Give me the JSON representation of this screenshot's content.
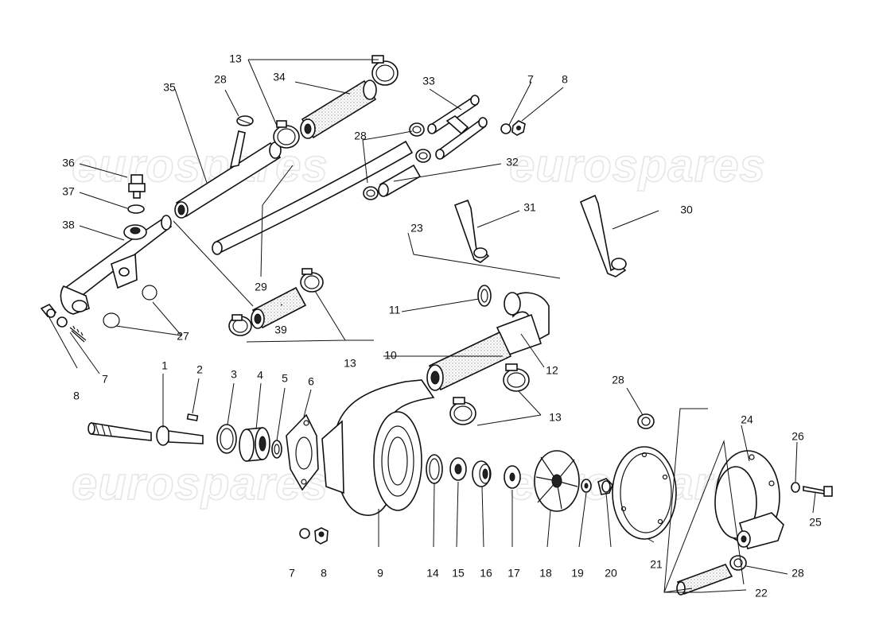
{
  "watermarks": [
    "eurospares",
    "eurospares",
    "eurospares",
    "eurospares"
  ],
  "parts": [
    {
      "label": "1"
    },
    {
      "label": "2"
    },
    {
      "label": "3"
    },
    {
      "label": "4"
    },
    {
      "label": "5"
    },
    {
      "label": "6"
    },
    {
      "label": "7"
    },
    {
      "label": "8"
    },
    {
      "label": "7"
    },
    {
      "label": "8"
    },
    {
      "label": "7"
    },
    {
      "label": "8"
    },
    {
      "label": "9"
    },
    {
      "label": "10"
    },
    {
      "label": "11"
    },
    {
      "label": "12"
    },
    {
      "label": "13"
    },
    {
      "label": "13"
    },
    {
      "label": "13"
    },
    {
      "label": "14"
    },
    {
      "label": "15"
    },
    {
      "label": "16"
    },
    {
      "label": "17"
    },
    {
      "label": "18"
    },
    {
      "label": "19"
    },
    {
      "label": "20"
    },
    {
      "label": "21"
    },
    {
      "label": "22"
    },
    {
      "label": "23"
    },
    {
      "label": "24"
    },
    {
      "label": "25"
    },
    {
      "label": "26"
    },
    {
      "label": "27"
    },
    {
      "label": "28"
    },
    {
      "label": "28"
    },
    {
      "label": "28"
    },
    {
      "label": "28"
    },
    {
      "label": "29"
    },
    {
      "label": "30"
    },
    {
      "label": "31"
    },
    {
      "label": "32"
    },
    {
      "label": "33"
    },
    {
      "label": "34"
    },
    {
      "label": "35"
    },
    {
      "label": "36"
    },
    {
      "label": "37"
    },
    {
      "label": "38"
    },
    {
      "label": "39"
    }
  ]
}
